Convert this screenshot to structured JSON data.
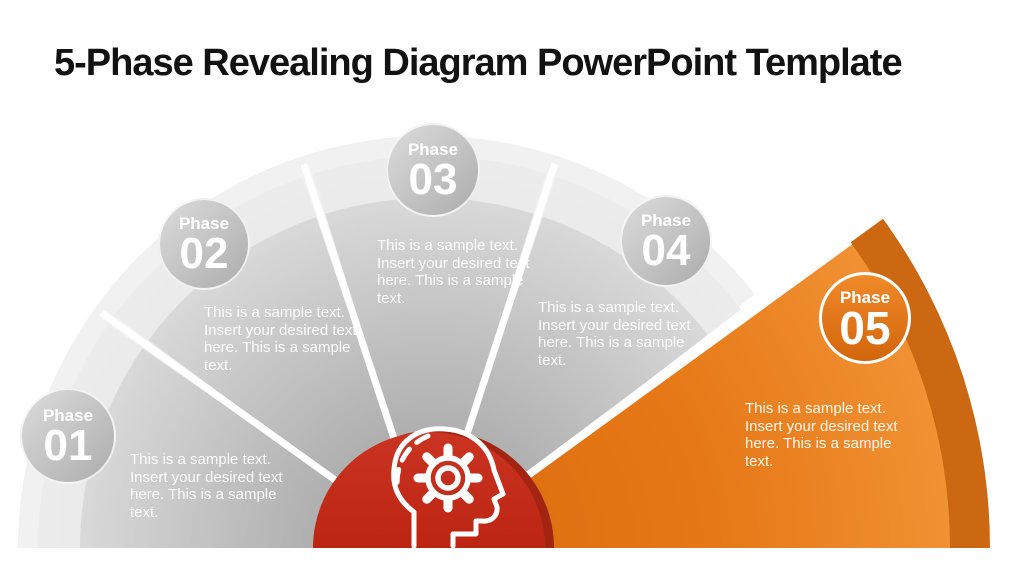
{
  "slide": {
    "title": "5-Phase Revealing Diagram PowerPoint Template"
  },
  "diagram": {
    "type": "5-phase revealing fan diagram",
    "center_icon": "head-gear-icon",
    "phases": [
      {
        "label": "Phase",
        "number": "01",
        "text": "This is a sample text. Insert your desired text here. This is a sample text.",
        "highlighted": false
      },
      {
        "label": "Phase",
        "number": "02",
        "text": "This is a sample text. Insert your desired text here. This is a sample text.",
        "highlighted": false
      },
      {
        "label": "Phase",
        "number": "03",
        "text": "This is a sample text. Insert your desired text here. This is a sample text.",
        "highlighted": false
      },
      {
        "label": "Phase",
        "number": "04",
        "text": "This is a sample text. Insert your desired text here. This is a sample text.",
        "highlighted": false
      },
      {
        "label": "Phase",
        "number": "05",
        "text": "This is a sample text. Insert your desired text here. This is a sample text.",
        "highlighted": true
      }
    ]
  },
  "colors": {
    "background": "#ffffff",
    "title_text": "#121212",
    "wedge_gray_inner": "#a0a0a0",
    "wedge_gray_outer": "#d9d9d9",
    "wedge_backing_gray": "#e6e6e6",
    "echo_arc_gray": "#f1f1f1",
    "accent_orange": "#e87a1e",
    "accent_orange_dark": "#cc6712",
    "accent_red": "#c22d18",
    "accent_red_dark": "#a32410",
    "phase_text": "#ffffff"
  }
}
